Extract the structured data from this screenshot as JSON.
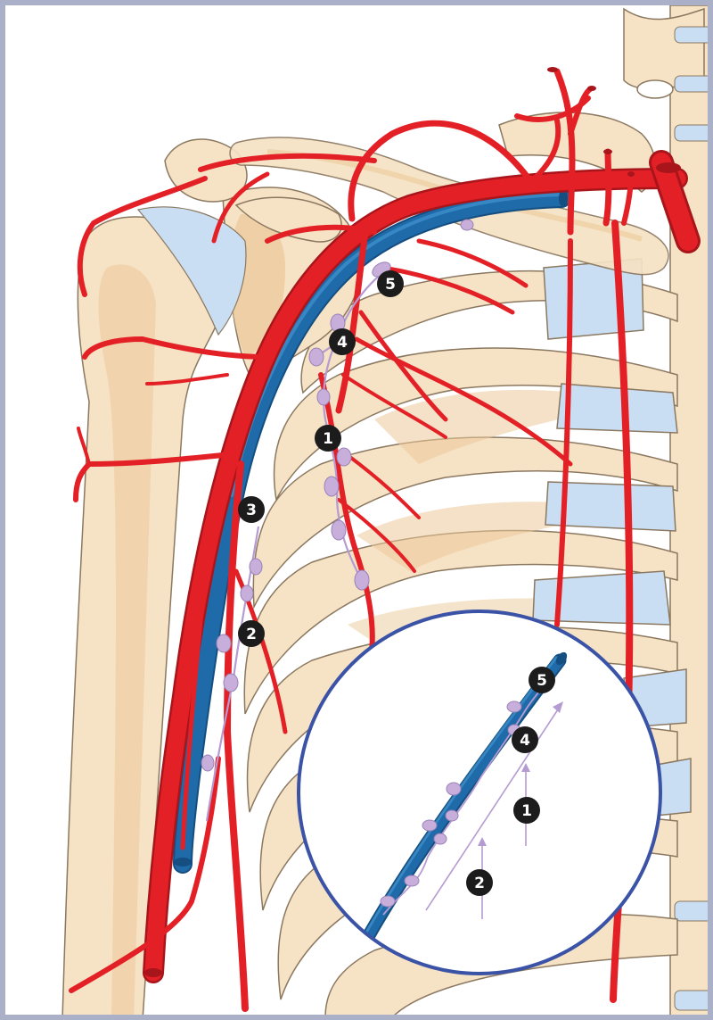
{
  "colors": {
    "frame": "#a9b0c8",
    "bone_fill": "#f6e2c4",
    "bone_shade": "#ecc99a",
    "bone_stroke": "#8b7860",
    "cartilage": "#c9def2",
    "artery": "#e32026",
    "artery_dark": "#a8151b",
    "vein": "#1f6aa8",
    "vein_light": "#3d8fcb",
    "lymph_node": "#c7aedb",
    "lymph_vessel": "#b59bd2",
    "marker_fill": "#1c1c1c",
    "inset_ring": "#3b53a6"
  },
  "markers": {
    "m1": "1",
    "m2": "2",
    "m3": "3",
    "m4": "4",
    "m5": "5"
  },
  "inset_markers": {
    "m1": "1",
    "m2": "2",
    "m4": "4",
    "m5": "5"
  }
}
